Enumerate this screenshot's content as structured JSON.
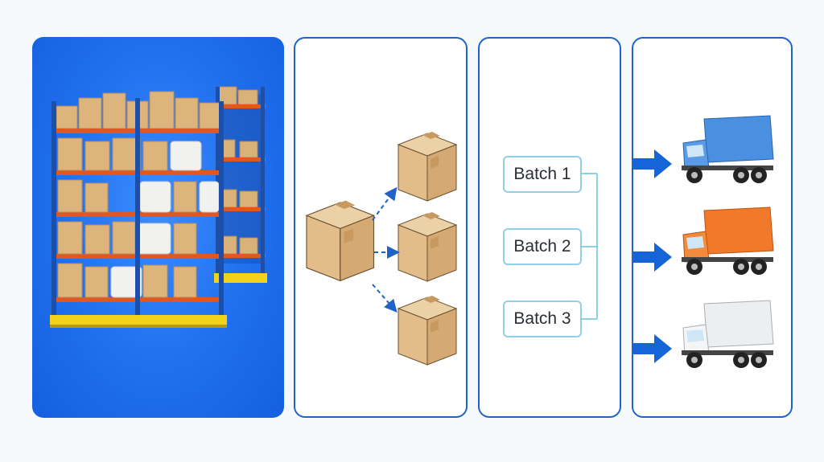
{
  "batches": [
    {
      "label": "Batch 1"
    },
    {
      "label": "Batch 2"
    },
    {
      "label": "Batch 3"
    }
  ],
  "colors": {
    "accent_blue": "#1f63c6",
    "batch_border": "#8fd0e8",
    "truck_blue": "#4a8fe0",
    "truck_orange": "#f07a2a",
    "truck_white": "#eceef0",
    "box_cardboard": "#e2bd8a"
  },
  "icons": [
    "warehouse-rack-icon",
    "cardboard-box-icon",
    "dashed-arrow-icon",
    "arrow-right-icon",
    "truck-icon"
  ]
}
